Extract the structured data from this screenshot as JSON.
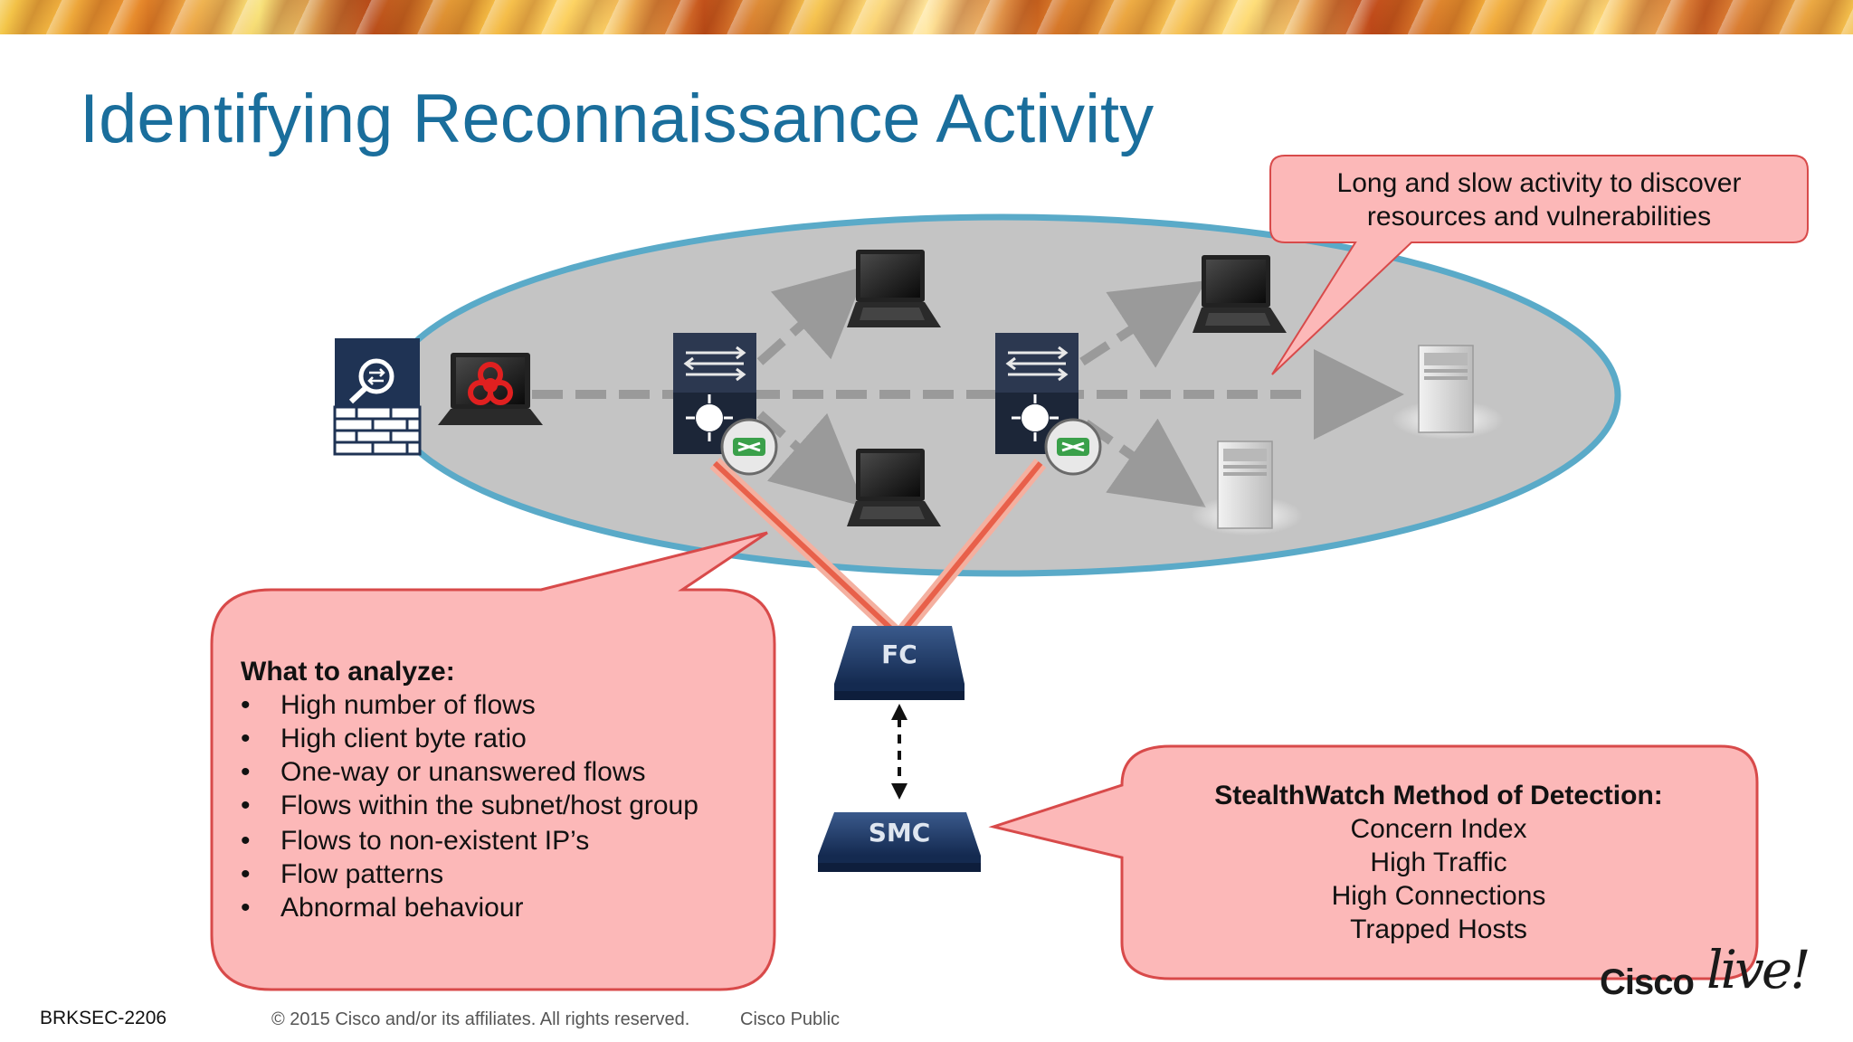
{
  "title": "Identifying Reconnaissance Activity",
  "callout_top": [
    "Long and slow activity to discover",
    "resources and vulnerabilities"
  ],
  "analyze": {
    "heading": "What to analyze:",
    "bullet": "•",
    "items": [
      "High number of flows",
      "High client byte ratio",
      "One-way or unanswered flows",
      "Flows within the subnet/host group",
      "Flows to non-existent IP’s",
      "Flow patterns",
      "Abnormal behaviour"
    ]
  },
  "detection": {
    "heading": "StealthWatch Method of Detection:",
    "items": [
      "Concern Index",
      "High Traffic",
      "High Connections",
      "Trapped Hosts"
    ]
  },
  "devices": {
    "fc_label": "FC",
    "smc_label": "SMC"
  },
  "footer": {
    "session": "BRKSEC-2206",
    "copyright": "© 2015 Cisco and/or its affiliates. All rights reserved.",
    "classification": "Cisco Public",
    "logo_text": "Cisco",
    "logo_script": "live!"
  },
  "colors": {
    "title": "#1a6e9c",
    "ellipse_fill": "#c4c4c4",
    "ellipse_stroke": "#5aaac8",
    "callout_fill": "#fcb8b8",
    "callout_stroke": "#d84a4a",
    "flow_arrow": "#9a9a9a",
    "red_link": "#e8604a",
    "device_navy": "#1c3a6c"
  }
}
